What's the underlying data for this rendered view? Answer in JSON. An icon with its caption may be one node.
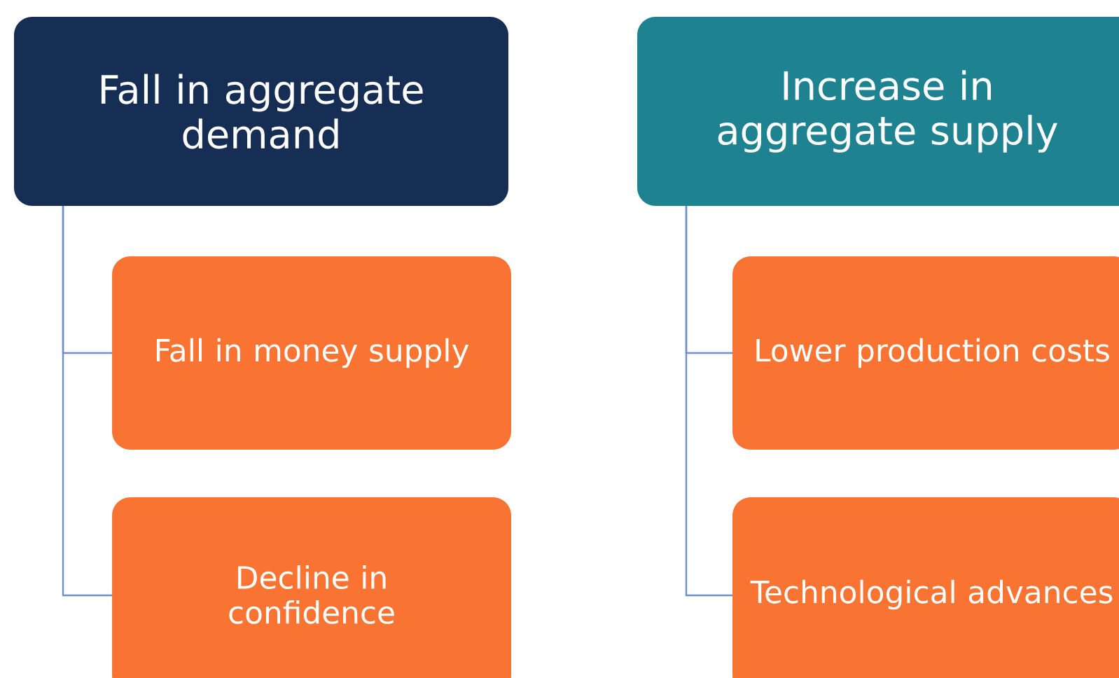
{
  "diagram": {
    "nodes": [
      {
        "text": [
          "Fall in aggregate demand"
        ]
      },
      {
        "text": [
          "Fall in money supply"
        ]
      },
      {
        "text": [
          "Decline in confidence"
        ]
      },
      {
        "text": [
          "Increase in aggregate supply"
        ]
      },
      {
        "text": [
          "Lower production costs"
        ]
      },
      {
        "text": [
          "Technological advances"
        ]
      }
    ],
    "edges": [
      {
        "from": 0,
        "to": 1,
        "arrow": "none"
      },
      {
        "from": 0,
        "to": 2,
        "arrow": "none"
      },
      {
        "from": 3,
        "to": 4,
        "arrow": "none"
      },
      {
        "from": 3,
        "to": 5,
        "arrow": "none"
      }
    ]
  }
}
